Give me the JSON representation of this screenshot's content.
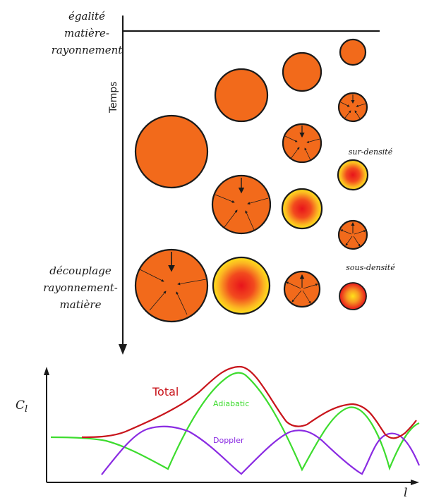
{
  "diagram": {
    "labels": {
      "equality_line1": "égalité",
      "equality_line2": "matière-",
      "equality_line3": "rayonnement",
      "time_axis": "Temps",
      "decoupling_line1": "découplage",
      "decoupling_line2": "rayonnement-",
      "decoupling_line3": "matière",
      "overdensity": "sur-densité",
      "underdensity": "sous-densité"
    },
    "colors": {
      "orange": "#f26a1b",
      "red": "#e8141b",
      "yellow": "#ffe21a",
      "outline": "#1a1a1a"
    }
  },
  "chart_data": {
    "type": "line",
    "ylabel": "C_l",
    "ylabel_main": "C",
    "ylabel_sub": "l",
    "xlabel": "l",
    "grid": false,
    "series": [
      {
        "name": "Total",
        "color": "#c8141b"
      },
      {
        "name": "Adiabatic",
        "color": "#3ddc2e"
      },
      {
        "name": "Doppler",
        "color": "#8a2be2"
      }
    ]
  }
}
